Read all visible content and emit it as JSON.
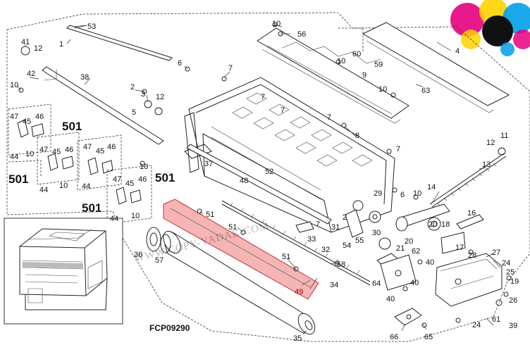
{
  "diagram_code": "FCP09290",
  "watermark": "WWW.COPY-YADAK.COM",
  "highlighted_part": "49",
  "highlight_color": "#e85a5a",
  "logo": {
    "name": "cmyk-color-circles-logo",
    "colors": [
      "#e6007e",
      "#ffd200",
      "#00a0e9",
      "#111111"
    ]
  },
  "labels": [
    {
      "id": "l53",
      "text": "53"
    },
    {
      "id": "l1",
      "text": "1"
    },
    {
      "id": "l41",
      "text": "41"
    },
    {
      "id": "l12a",
      "text": "12"
    },
    {
      "id": "l42",
      "text": "42"
    },
    {
      "id": "l38",
      "text": "38"
    },
    {
      "id": "l10a",
      "text": "10"
    },
    {
      "id": "l2a",
      "text": "2"
    },
    {
      "id": "l3",
      "text": "3"
    },
    {
      "id": "l12b",
      "text": "12"
    },
    {
      "id": "l5",
      "text": "5"
    },
    {
      "id": "l47a",
      "text": "47"
    },
    {
      "id": "l45a",
      "text": "45"
    },
    {
      "id": "l46a",
      "text": "46"
    },
    {
      "id": "l501a",
      "text": "501"
    },
    {
      "id": "l44a",
      "text": "44"
    },
    {
      "id": "l10b",
      "text": "10"
    },
    {
      "id": "l501b",
      "text": "501"
    },
    {
      "id": "l47b",
      "text": "47"
    },
    {
      "id": "l45b",
      "text": "45"
    },
    {
      "id": "l46b",
      "text": "46"
    },
    {
      "id": "l44b",
      "text": "44"
    },
    {
      "id": "l10c",
      "text": "10"
    },
    {
      "id": "l47c",
      "text": "47"
    },
    {
      "id": "l45c",
      "text": "45"
    },
    {
      "id": "l46c",
      "text": "46"
    },
    {
      "id": "l44c",
      "text": "44"
    },
    {
      "id": "l10d",
      "text": "10"
    },
    {
      "id": "l501c",
      "text": "501"
    },
    {
      "id": "l47d",
      "text": "47"
    },
    {
      "id": "l45d",
      "text": "45"
    },
    {
      "id": "l46d",
      "text": "46"
    },
    {
      "id": "l501d",
      "text": "501"
    },
    {
      "id": "l44d",
      "text": "44"
    },
    {
      "id": "l10e",
      "text": "10"
    },
    {
      "id": "l6a",
      "text": "6"
    },
    {
      "id": "l7a",
      "text": "7"
    },
    {
      "id": "l7b",
      "text": "7"
    },
    {
      "id": "l7c",
      "text": "7"
    },
    {
      "id": "l37",
      "text": "37"
    },
    {
      "id": "l52",
      "text": "52"
    },
    {
      "id": "l48",
      "text": "48"
    },
    {
      "id": "l10f",
      "text": "10"
    },
    {
      "id": "l56",
      "text": "56"
    },
    {
      "id": "l60",
      "text": "60"
    },
    {
      "id": "l59",
      "text": "59"
    },
    {
      "id": "l10g",
      "text": "10"
    },
    {
      "id": "l9",
      "text": "9"
    },
    {
      "id": "l4",
      "text": "4"
    },
    {
      "id": "l63",
      "text": "63"
    },
    {
      "id": "l10h",
      "text": "10"
    },
    {
      "id": "l7d",
      "text": "7"
    },
    {
      "id": "l8",
      "text": "8"
    },
    {
      "id": "l7e",
      "text": "7"
    },
    {
      "id": "l11",
      "text": "11"
    },
    {
      "id": "l12c",
      "text": "12"
    },
    {
      "id": "l13",
      "text": "13"
    },
    {
      "id": "l29",
      "text": "29"
    },
    {
      "id": "l6b",
      "text": "6"
    },
    {
      "id": "l10i",
      "text": "10"
    },
    {
      "id": "l14",
      "text": "14"
    },
    {
      "id": "l16",
      "text": "16"
    },
    {
      "id": "l51a",
      "text": "51"
    },
    {
      "id": "l51b",
      "text": "51"
    },
    {
      "id": "l51c",
      "text": "51"
    },
    {
      "id": "l49",
      "text": "49"
    },
    {
      "id": "l36",
      "text": "36"
    },
    {
      "id": "l57",
      "text": "57"
    },
    {
      "id": "l7f",
      "text": "7"
    },
    {
      "id": "l33",
      "text": "33"
    },
    {
      "id": "l2b",
      "text": "2"
    },
    {
      "id": "l31",
      "text": "31"
    },
    {
      "id": "l55",
      "text": "55"
    },
    {
      "id": "l54",
      "text": "54"
    },
    {
      "id": "l32",
      "text": "32"
    },
    {
      "id": "l30",
      "text": "30"
    },
    {
      "id": "l20a",
      "text": "20"
    },
    {
      "id": "l21",
      "text": "21"
    },
    {
      "id": "l62",
      "text": "62"
    },
    {
      "id": "l18",
      "text": "18"
    },
    {
      "id": "l20b",
      "text": "20"
    },
    {
      "id": "l17",
      "text": "17"
    },
    {
      "id": "l28",
      "text": "28"
    },
    {
      "id": "l27",
      "text": "27"
    },
    {
      "id": "l24a",
      "text": "24"
    },
    {
      "id": "l58",
      "text": "58"
    },
    {
      "id": "l34",
      "text": "34"
    },
    {
      "id": "l64",
      "text": "64"
    },
    {
      "id": "l40a",
      "text": "40"
    },
    {
      "id": "l40b",
      "text": "40"
    },
    {
      "id": "l40c",
      "text": "40"
    },
    {
      "id": "l19",
      "text": "19"
    },
    {
      "id": "l25",
      "text": "25"
    },
    {
      "id": "l26",
      "text": "26"
    },
    {
      "id": "l61",
      "text": "61"
    },
    {
      "id": "l39",
      "text": "39"
    },
    {
      "id": "l24b",
      "text": "24"
    },
    {
      "id": "l65",
      "text": "65"
    },
    {
      "id": "l66",
      "text": "66"
    },
    {
      "id": "l35",
      "text": "35"
    }
  ]
}
